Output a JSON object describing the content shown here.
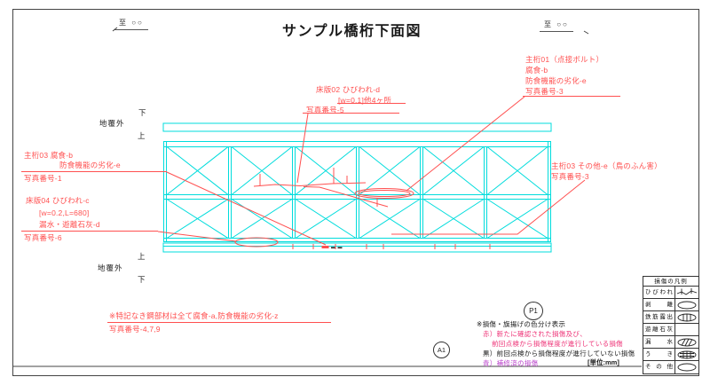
{
  "title": "サンプル橋桁下面図",
  "directions": {
    "left": "至 ○○",
    "right": "至 ○○"
  },
  "edge_labels": {
    "top_down": "下",
    "top_outside": "地覆外",
    "top_up": "上",
    "bottom_up": "上",
    "bottom_outside": "地覆外",
    "bottom_down": "下"
  },
  "support_labels": {
    "pier": "P1",
    "abutment": "A1"
  },
  "unit_label": "[単位:mm]",
  "annotations": {
    "girder01": {
      "l1": "主桁01（点接ボルト）",
      "l2": "腐食-b",
      "l3": "防食機能の劣化-e",
      "l4": "写真番号-3"
    },
    "slab02": {
      "l1": "床版02 ひびわれ-d",
      "l2": "[w=0.1]他4ヶ所",
      "l3": "写真番号-5"
    },
    "girder03_left": {
      "l1": "主桁03 腐食-b",
      "l2": "防食機能の劣化-e",
      "l3": "写真番号-1"
    },
    "slab04": {
      "l1": "床版04 ひびわれ-c",
      "l2": "[w=0.2,L=680]",
      "l3": "漏水・遊離石灰-d",
      "l4": "写真番号-6"
    },
    "girder03_right": {
      "l1": "主桁03 その他-e（鳥のふん害）",
      "l2": "写真番号-3"
    },
    "general": {
      "l1": "※特記なき鋼部材は全て腐食-a,防食機能の劣化-z",
      "l2": "写真番号-4,7,9"
    }
  },
  "color_note": {
    "heading": "※損傷・旗揚げの色分け表示",
    "red1": "赤）新たに確認された損傷及び、",
    "red2": "前回点検から損傷程度が進行している損傷",
    "black1": "黒）前回点検から損傷程度が進行していない損傷",
    "blue1": "青）補修済の損傷"
  },
  "legend": {
    "title": "損傷の凡例",
    "rows": [
      {
        "label": "ひびわれ",
        "symbol": "crack-line-icon"
      },
      {
        "label": "剥離",
        "symbol": "ellipse-icon"
      },
      {
        "label": "鉄筋露出",
        "symbol": "ellipse-vertical-hatch-icon"
      },
      {
        "label": "遊離石灰",
        "symbol": "blank"
      },
      {
        "label": "漏水",
        "symbol": "ellipse-diagonal-hatch-icon"
      },
      {
        "label": "うき",
        "symbol": "ellipse-grid-hatch-icon"
      },
      {
        "label": "その他",
        "symbol": "ellipse-icon"
      }
    ]
  },
  "colors": {
    "drawing_cyan": "#00dcdc",
    "annotation_red": "#ff5050",
    "note_red": "#ee3377",
    "note_blue": "#bb44cc",
    "ink": "#1a1a1a"
  }
}
